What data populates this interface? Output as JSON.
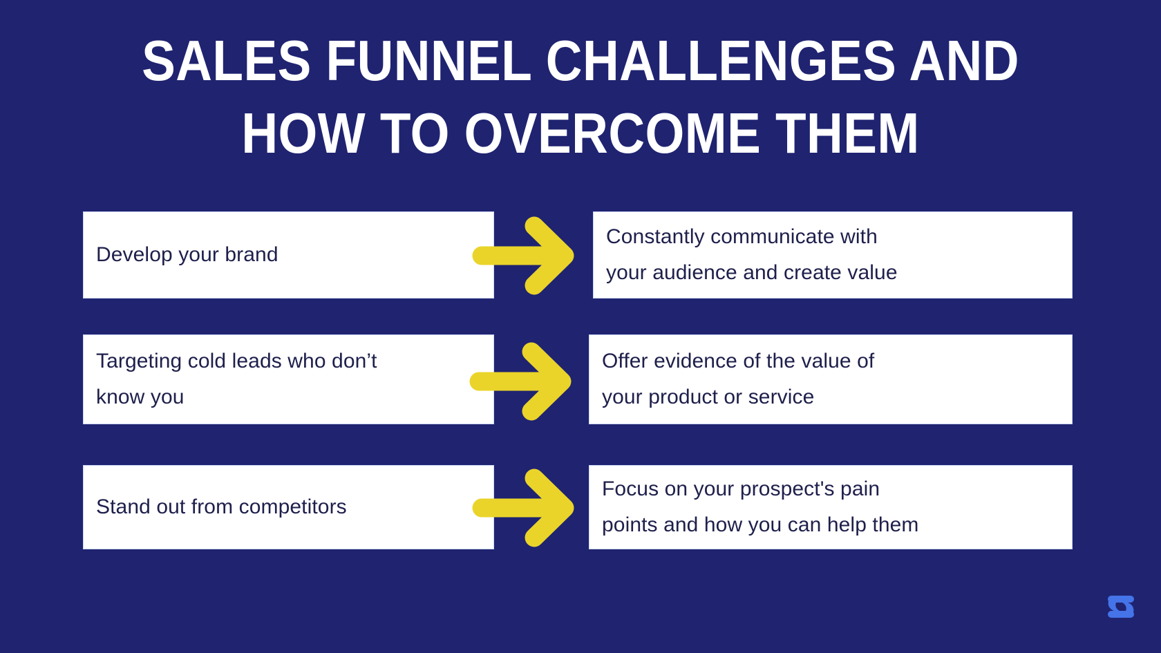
{
  "theme": {
    "background_color": "#1f2370",
    "card_background": "#ffffff",
    "card_border_color": "#c9d6f5",
    "text_color": "#1e1f4b",
    "title_color": "#ffffff",
    "arrow_color": "#ead42a",
    "arrow_shadow_color": "#c9b41f",
    "logo_color": "#4573e8"
  },
  "title": {
    "line1": "SALES FUNNEL CHALLENGES AND",
    "line2": "HOW TO OVERCOME THEM"
  },
  "rows": [
    {
      "challenge": "Develop your brand",
      "arrow_icon": "arrow-right-icon",
      "solution_line1": "Constantly communicate with",
      "solution_line2": "your audience and create value"
    },
    {
      "challenge_line1": "Targeting cold leads who don’t",
      "challenge_line2": "know you",
      "arrow_icon": "arrow-right-icon",
      "solution_line1": "Offer evidence of the value of",
      "solution_line2": "your product or service"
    },
    {
      "challenge": "Stand out from competitors",
      "arrow_icon": "arrow-right-icon",
      "solution_line1": "Focus on your prospect's pain",
      "solution_line2": "points and how you can help them"
    }
  ],
  "logo": {
    "icon": "brand-s-logo-icon"
  }
}
